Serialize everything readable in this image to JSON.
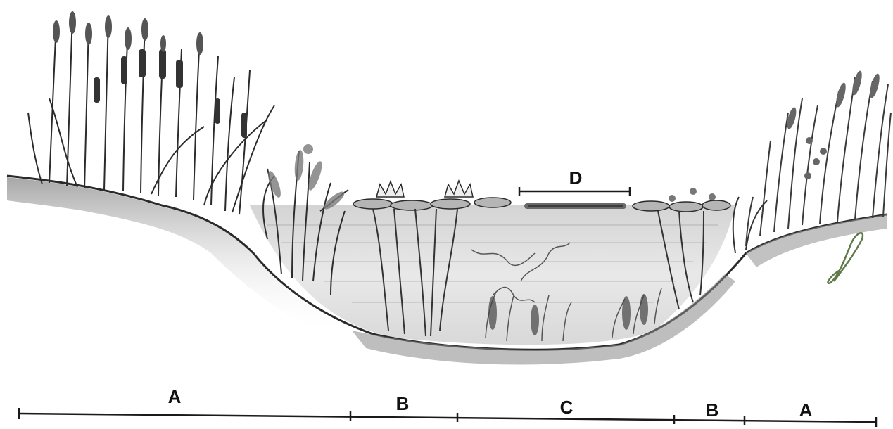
{
  "zones": {
    "left_a": "A",
    "left_b": "B",
    "c": "C",
    "right_b": "B",
    "right_a": "A",
    "d": "D"
  },
  "colors": {
    "ink": "#1a1a1a",
    "water": "#d6d6d6",
    "water_dark": "#a8a8a8",
    "soil_shadow": "#6e6e6e",
    "paper": "#ffffff",
    "signature": "#5f7a4a"
  },
  "signature_text": "jk"
}
